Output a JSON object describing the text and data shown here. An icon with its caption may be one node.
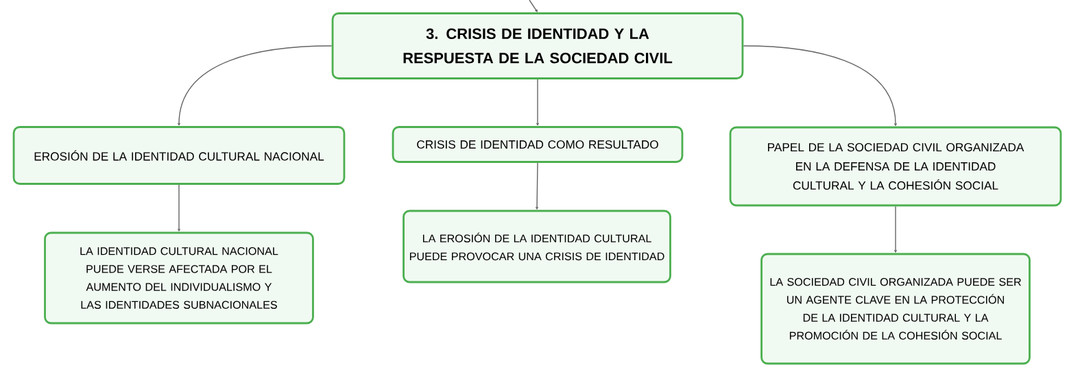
{
  "diagram": {
    "nodes": [
      {
        "text": [
          "3. CRISIS DE IDENTIDAD Y LA RESPUESTA DE LA SOCIEDAD CIVIL"
        ]
      },
      {
        "text": [
          "EROSIÓN DE LA IDENTIDAD CULTURAL NACIONAL"
        ]
      },
      {
        "text": [
          "CRISIS DE IDENTIDAD COMO RESULTADO"
        ]
      },
      {
        "text": [
          "PAPEL DE LA SOCIEDAD CIVIL ORGANIZADA EN LA DEFENSA DE LA IDENTIDAD CULTURAL Y LA COHESIÓN SOCIAL"
        ]
      },
      {
        "text": [
          "LA IDENTIDAD CULTURAL NACIONAL PUEDE VERSE AFECTADA POR EL AUMENTO DEL INDIVIDUALISMO Y LAS IDENTIDADES SUBNACIONALES"
        ]
      },
      {
        "text": [
          "LA EROSIÓN DE LA IDENTIDAD CULTURAL PUEDE PROVOCAR UNA CRISIS DE IDENTIDAD"
        ]
      },
      {
        "text": [
          "LA SOCIEDAD CIVIL ORGANIZADA PUEDE SER UN AGENTE CLAVE EN LA PROTECCIÓN DE LA IDENTIDAD CULTURAL Y LA PROMOCIÓN DE LA COHESIÓN SOCIAL"
        ]
      }
    ],
    "edges": [
      {
        "from": null,
        "to": 0,
        "arrow": "to"
      },
      {
        "from": 0,
        "to": 1,
        "arrow": "to"
      },
      {
        "from": 0,
        "to": 2,
        "arrow": "to"
      },
      {
        "from": 0,
        "to": 3,
        "arrow": "to"
      },
      {
        "from": 1,
        "to": 4,
        "arrow": "to"
      },
      {
        "from": 2,
        "to": 5,
        "arrow": "to"
      },
      {
        "from": 3,
        "to": 6,
        "arrow": "to"
      }
    ]
  }
}
